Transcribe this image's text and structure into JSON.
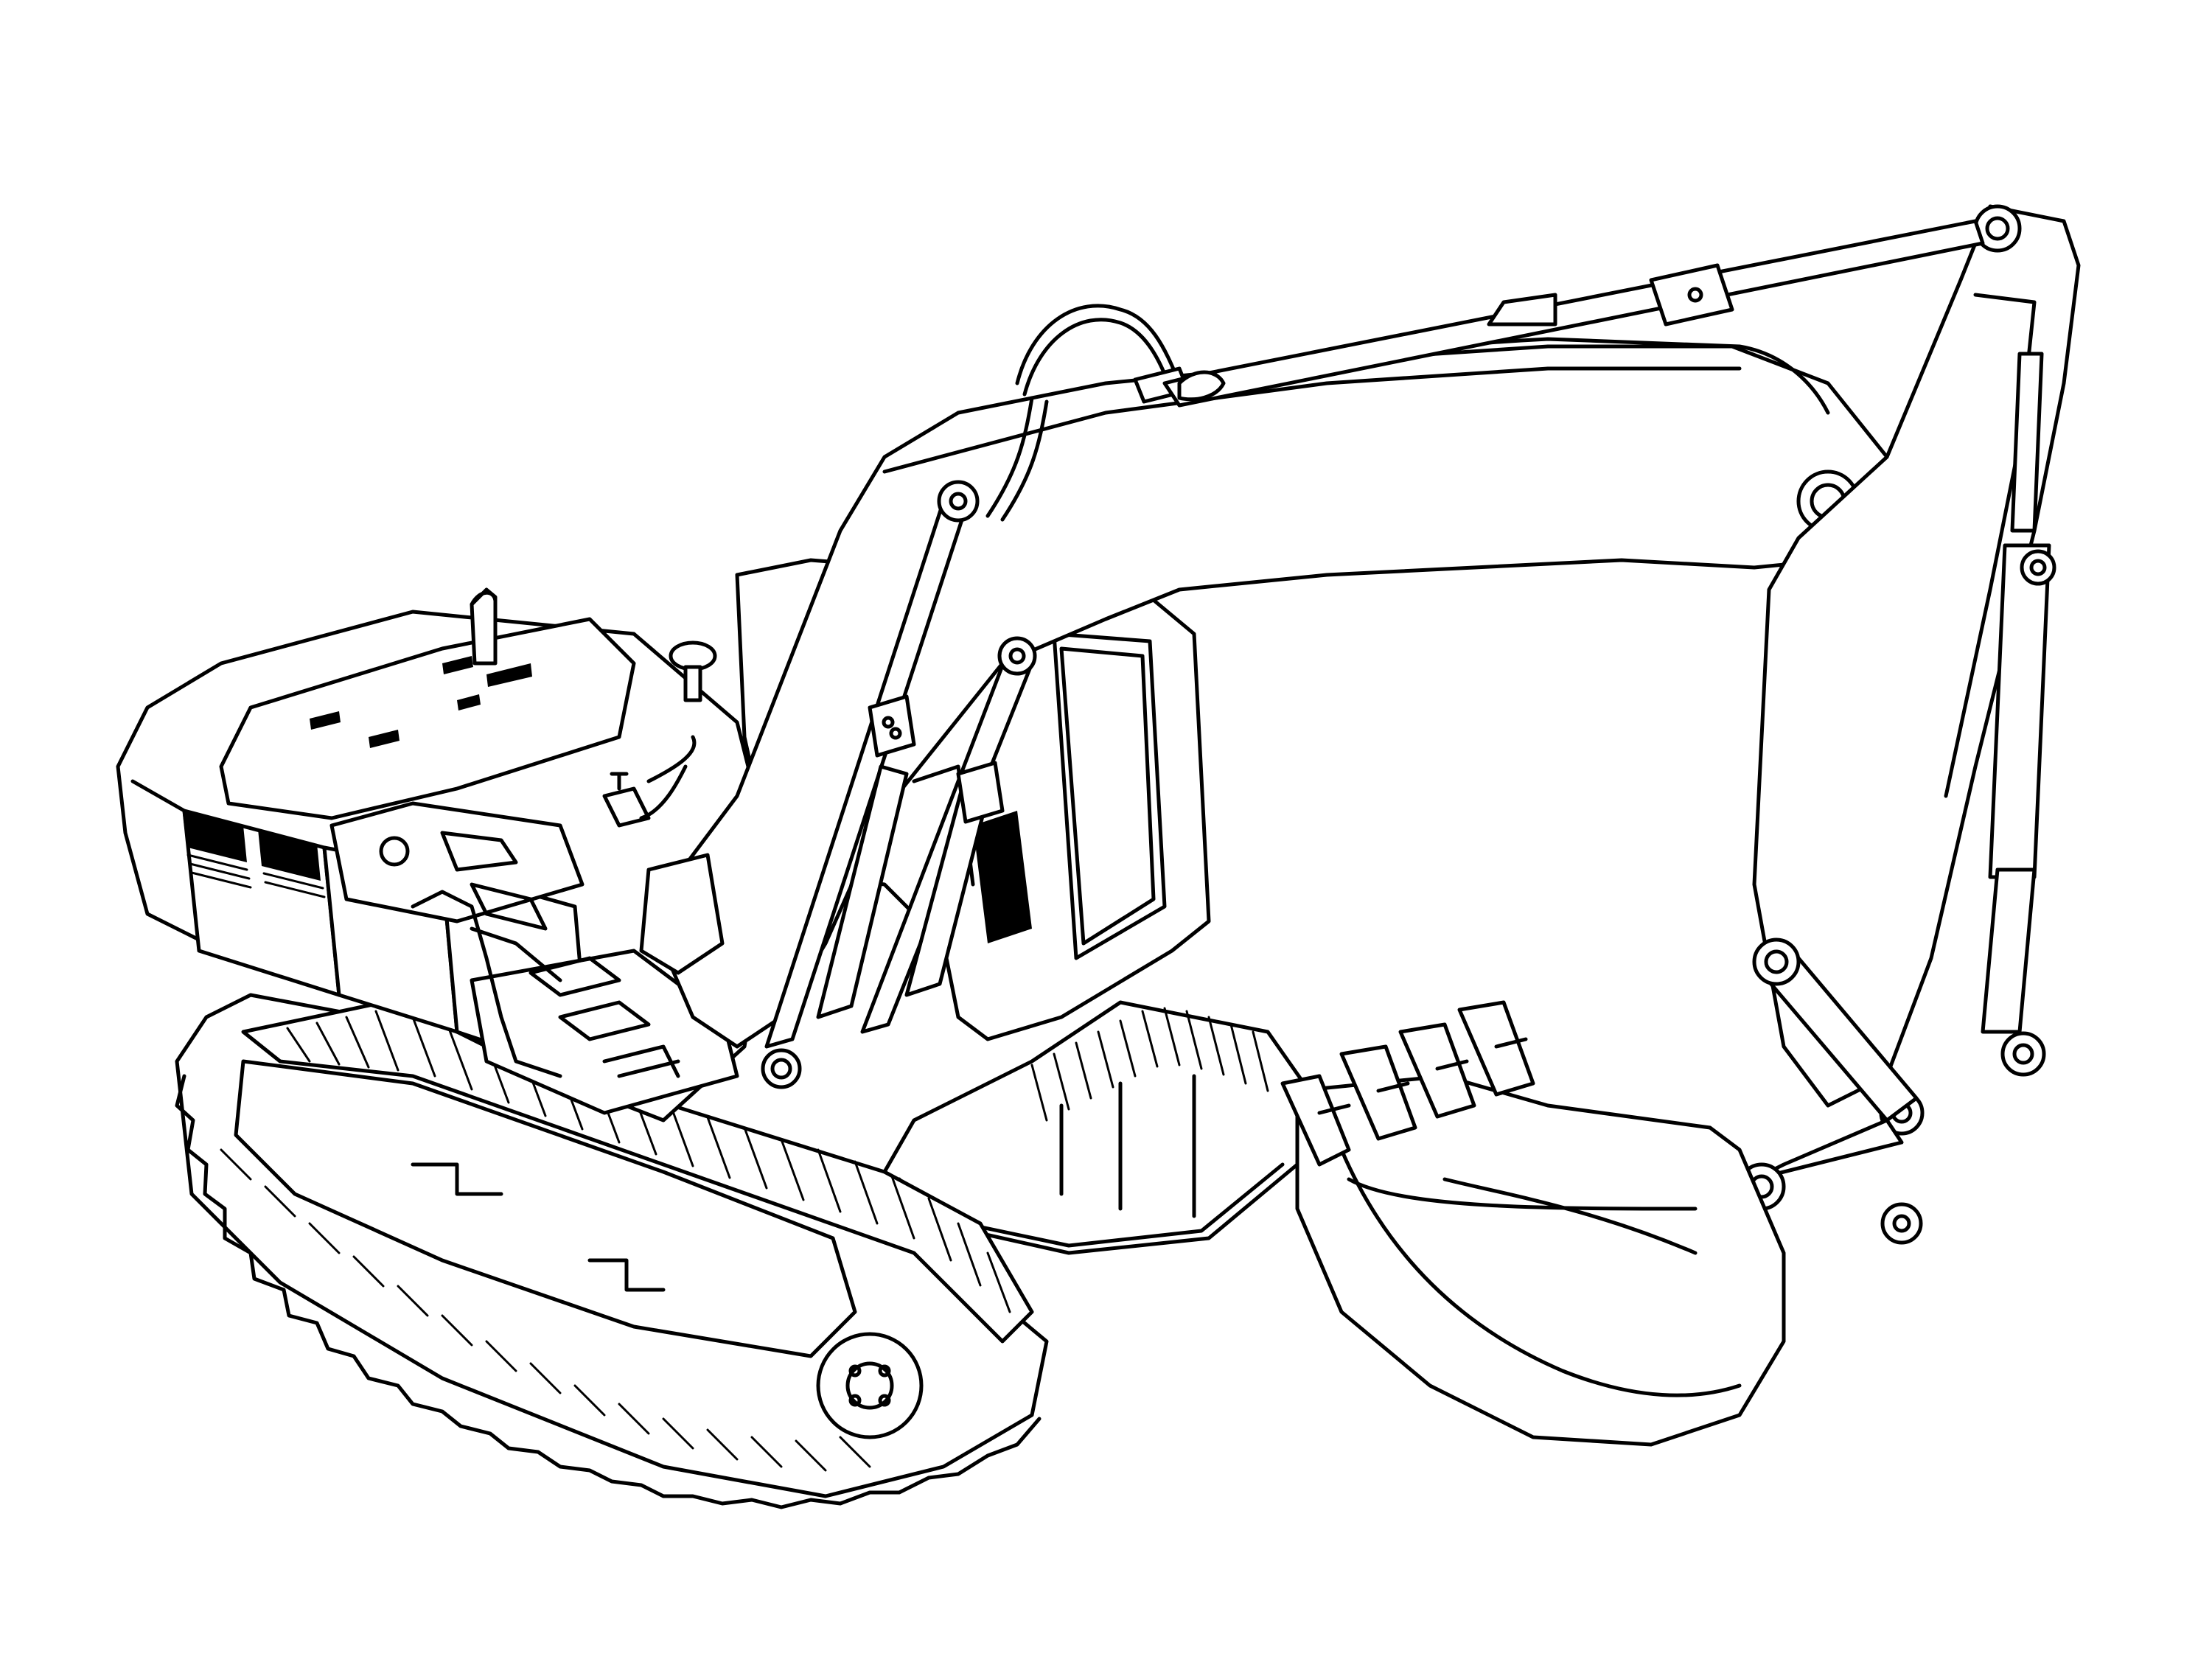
{
  "illustration": {
    "subject": "excavator",
    "style": "line-art coloring page",
    "background_color": "#ffffff",
    "line_color": "#000000",
    "parts": [
      "boom",
      "stick",
      "bucket",
      "hydraulic-cylinders",
      "cab",
      "engine-housing",
      "exhaust-pipe",
      "left-track",
      "right-track"
    ]
  }
}
